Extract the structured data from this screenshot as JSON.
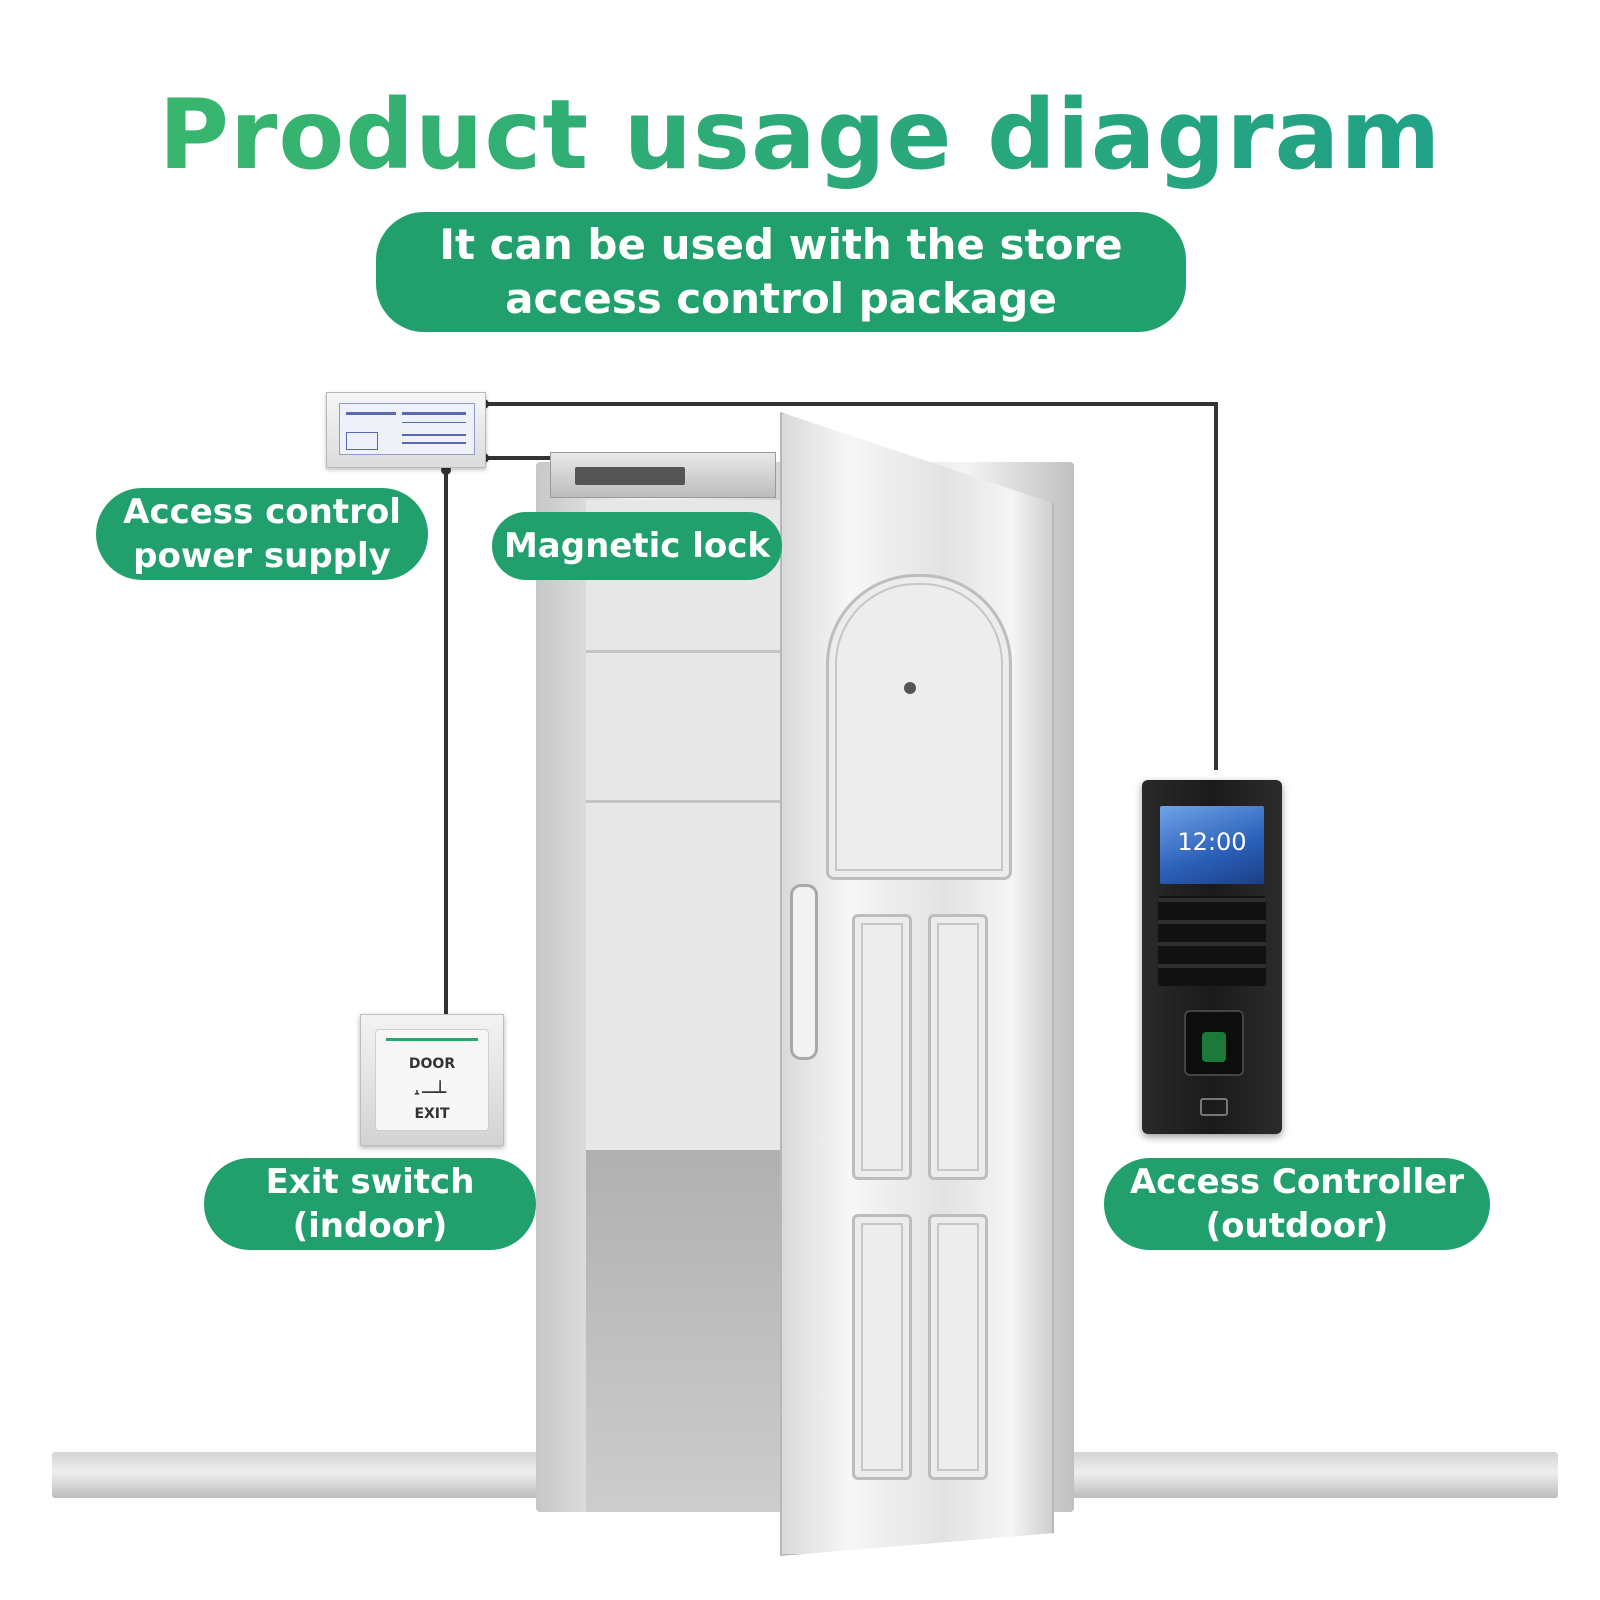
{
  "title": "Product usage diagram",
  "subtitle": "It can be used with the store\naccess control package",
  "labels": {
    "power_supply": "Access control\npower supply",
    "magnetic_lock": "Magnetic lock",
    "exit_switch": "Exit switch\n(indoor)",
    "access_controller": "Access Controller\n(outdoor)"
  },
  "exit_switch_face": {
    "top": "DOOR",
    "bottom": "EXIT"
  },
  "controller_screen": {
    "time": "12:00"
  },
  "colors": {
    "accent": "#21a06e",
    "title_start": "#3cb96a",
    "title_end": "#1fa08a",
    "wire": "#333333"
  },
  "icons": [
    "key-icon",
    "fingerprint-icon",
    "card-reader-icon"
  ]
}
